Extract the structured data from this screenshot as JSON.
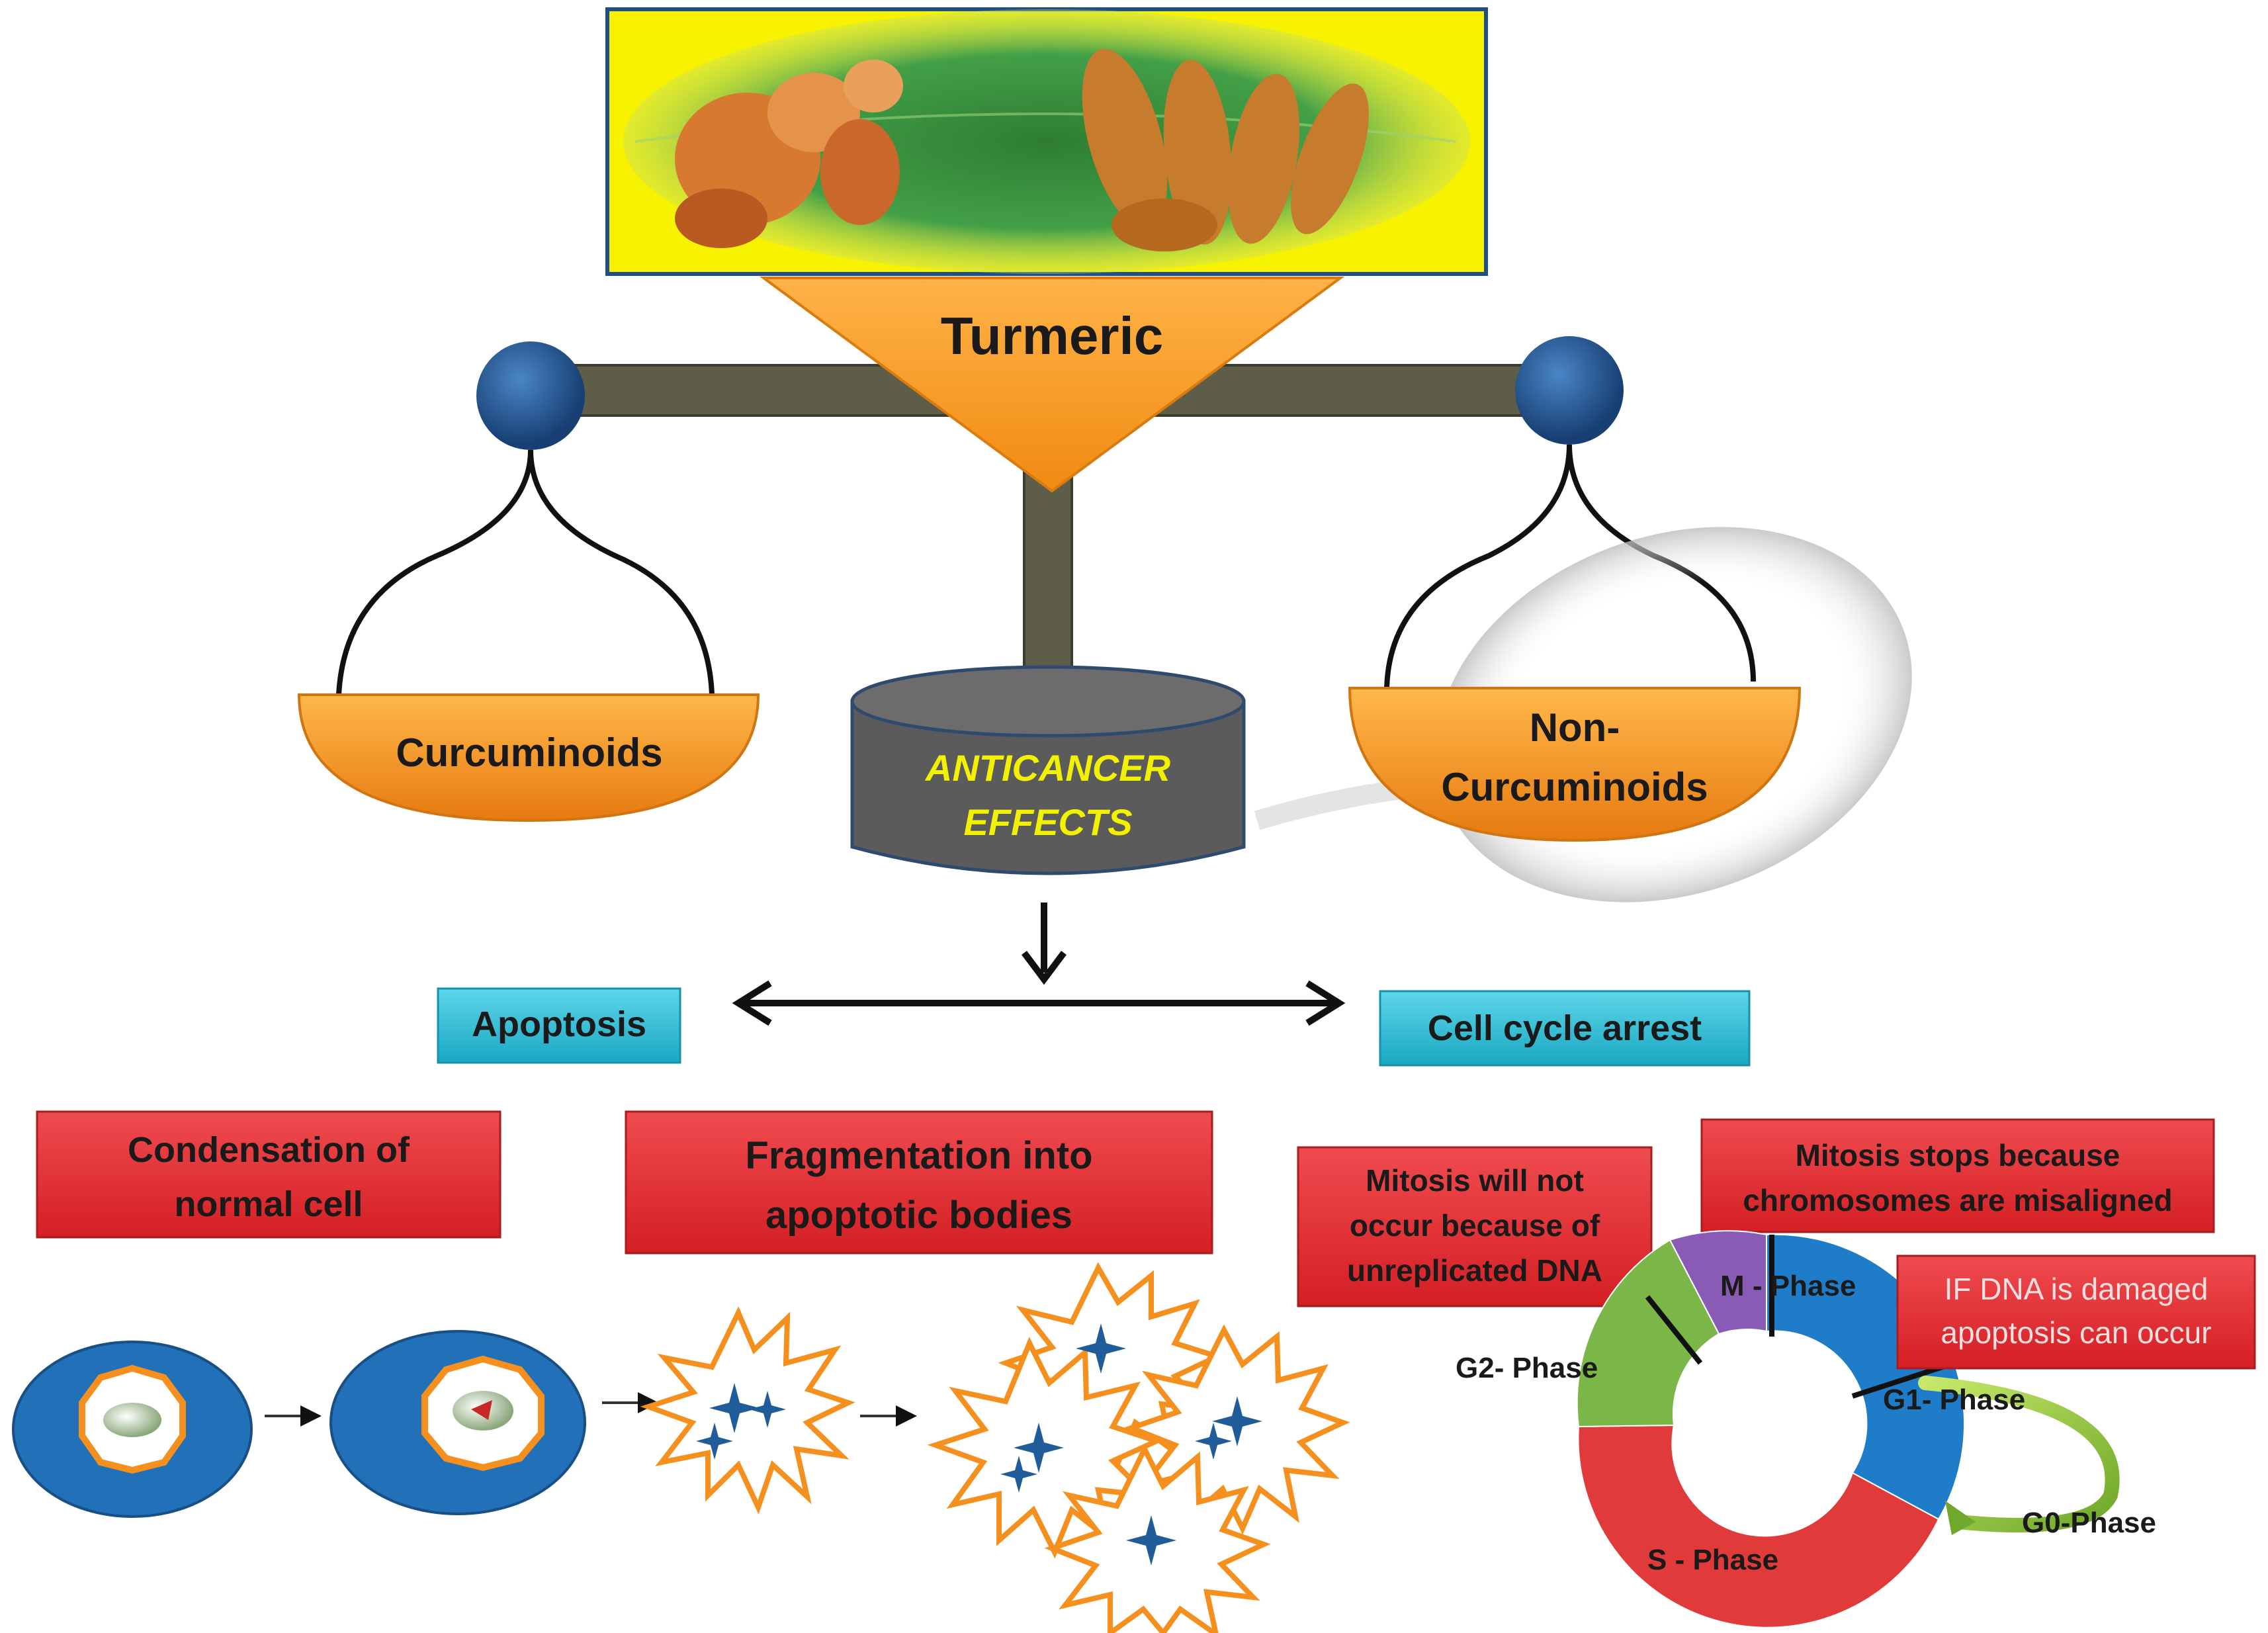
{
  "header": {
    "title": "Turmeric"
  },
  "branches": {
    "left_pan": "Curcuminoids",
    "right_pan_line1": "Non-",
    "right_pan_line2": "Curcuminoids",
    "center_line1": "ANTICANCER",
    "center_line2": "EFFECTS"
  },
  "outcomes": {
    "apoptosis": "Apoptosis",
    "cell_cycle_arrest": "Cell cycle arrest"
  },
  "apoptosis_steps": {
    "condensation_line1": "Condensation of",
    "condensation_line2": "normal cell",
    "fragmentation_line1": "Fragmentation  into",
    "fragmentation_line2": "apoptotic  bodies"
  },
  "cell_cycle_notes": {
    "mitosis_not_line1": "Mitosis will not",
    "mitosis_not_line2": "occur because of",
    "mitosis_not_line3": "unreplicated DNA",
    "mitosis_stops_line1": "Mitosis stops because",
    "mitosis_stops_line2": "chromosomes are misaligned",
    "dna_damaged_line1": "IF DNA is damaged",
    "dna_damaged_line2": "apoptosis can occur"
  },
  "phases": {
    "m": "M - Phase",
    "g1": "G1- Phase",
    "g2": "G2- Phase",
    "s": "S - Phase",
    "g0": "G0-Phase"
  },
  "colors": {
    "orange": "#f5901e",
    "blue_node": "#1f5c99",
    "beam": "#5a5a46",
    "drum": "#595959",
    "cyan": "#1fb5cf",
    "red_box": "#e0272b",
    "cell_blue": "#2170b8",
    "phase_m": "#8a5bb5",
    "phase_g1": "#1e7cc8",
    "phase_s": "#e03a3a",
    "phase_g2": "#7ab648",
    "g0_arrow": "#8fc93a"
  }
}
